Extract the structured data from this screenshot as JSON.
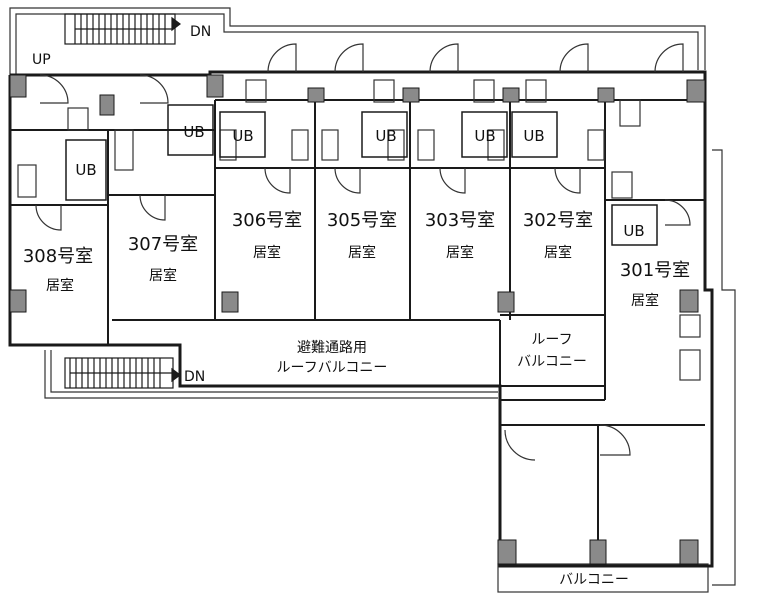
{
  "colors": {
    "wall": "#1a1a1a",
    "column": "#8a8a8a",
    "line": "#333333",
    "background": "#ffffff"
  },
  "rooms": [
    {
      "id": "308",
      "name": "308号室",
      "sub": "居室"
    },
    {
      "id": "307",
      "name": "307号室",
      "sub": "居室"
    },
    {
      "id": "306",
      "name": "306号室",
      "sub": "居室"
    },
    {
      "id": "305",
      "name": "305号室",
      "sub": "居室"
    },
    {
      "id": "303",
      "name": "303号室",
      "sub": "居室"
    },
    {
      "id": "302",
      "name": "302号室",
      "sub": "居室"
    },
    {
      "id": "301",
      "name": "301号室",
      "sub": "居室"
    }
  ],
  "ub_label": "UB",
  "stairs": {
    "up": "UP",
    "dn_top": "DN",
    "dn_bottom": "DN"
  },
  "corridor": {
    "line1": "避難通路用",
    "line2": "ルーフバルコニー"
  },
  "roof_balcony": {
    "line1": "ルーフ",
    "line2": "バルコニー"
  },
  "balcony": "バルコニー"
}
